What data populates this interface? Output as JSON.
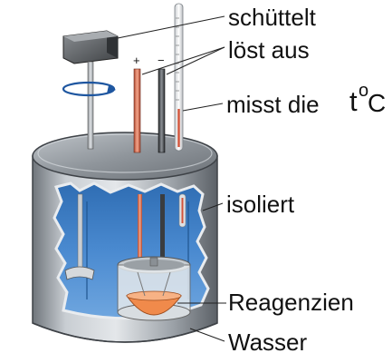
{
  "labels": {
    "shakes": "schüttelt",
    "triggers": "löst aus",
    "measures": "misst die",
    "temp_t": "t",
    "temp_degree": "o",
    "temp_unit": "C",
    "insulated": "isoliert",
    "reagents": "Reagenzien",
    "water": "Wasser"
  },
  "electrode_signs": {
    "positive": "+",
    "negative": "−"
  },
  "colors": {
    "steel": "#9aa1a8",
    "water": "#3f7fc4",
    "electrode_red": "#e07a5c",
    "reagent": "#f08a4b",
    "motor": "#5e6165"
  },
  "icons": [
    "rotation-arrow-icon"
  ]
}
